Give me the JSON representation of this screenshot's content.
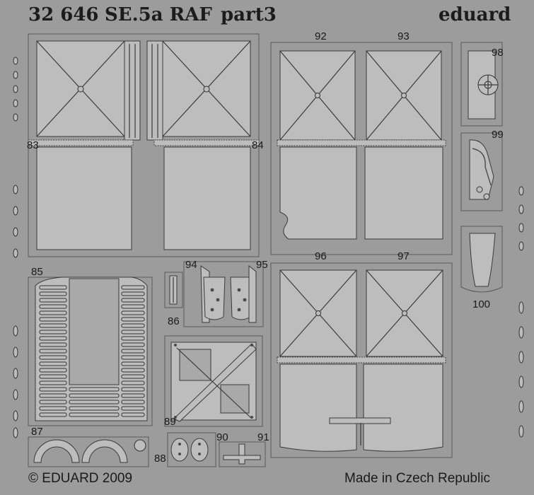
{
  "header": {
    "kit_number": "32 646",
    "title": "SE.5a RAF",
    "part": "part3",
    "brand": "eduard"
  },
  "part_numbers": {
    "p83": "83",
    "p84": "84",
    "p85": "85",
    "p86": "86",
    "p87": "87",
    "p88": "88",
    "p89": "89",
    "p90": "90",
    "p91": "91",
    "p92": "92",
    "p93": "93",
    "p94": "94",
    "p95": "95",
    "p96": "96",
    "p97": "97",
    "p98": "98",
    "p99": "99",
    "p100": "100"
  },
  "footer": {
    "copyright": "© EDUARD 2009",
    "origin": "Made in Czech Republic"
  },
  "colors": {
    "sheet": "#9c9c9c",
    "part_fill": "#bdbdbd",
    "part_edge": "#3a3a3a",
    "text": "#1a1a1a"
  }
}
